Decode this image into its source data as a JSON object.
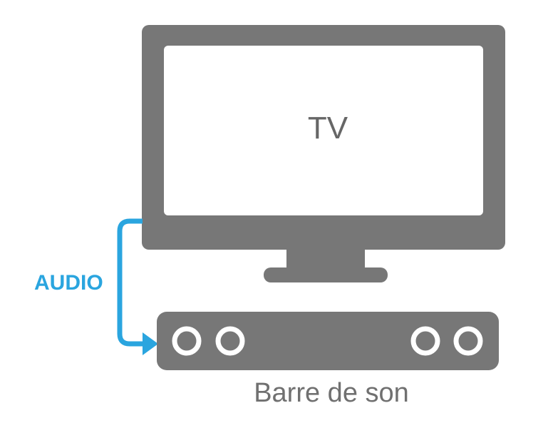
{
  "labels": {
    "tv": "TV",
    "audio": "AUDIO",
    "soundbar": "Barre de son"
  },
  "colors": {
    "device_gray": "#777777",
    "screen_white": "#ffffff",
    "label_gray": "#666666",
    "audio_blue": "#2aa5df"
  }
}
